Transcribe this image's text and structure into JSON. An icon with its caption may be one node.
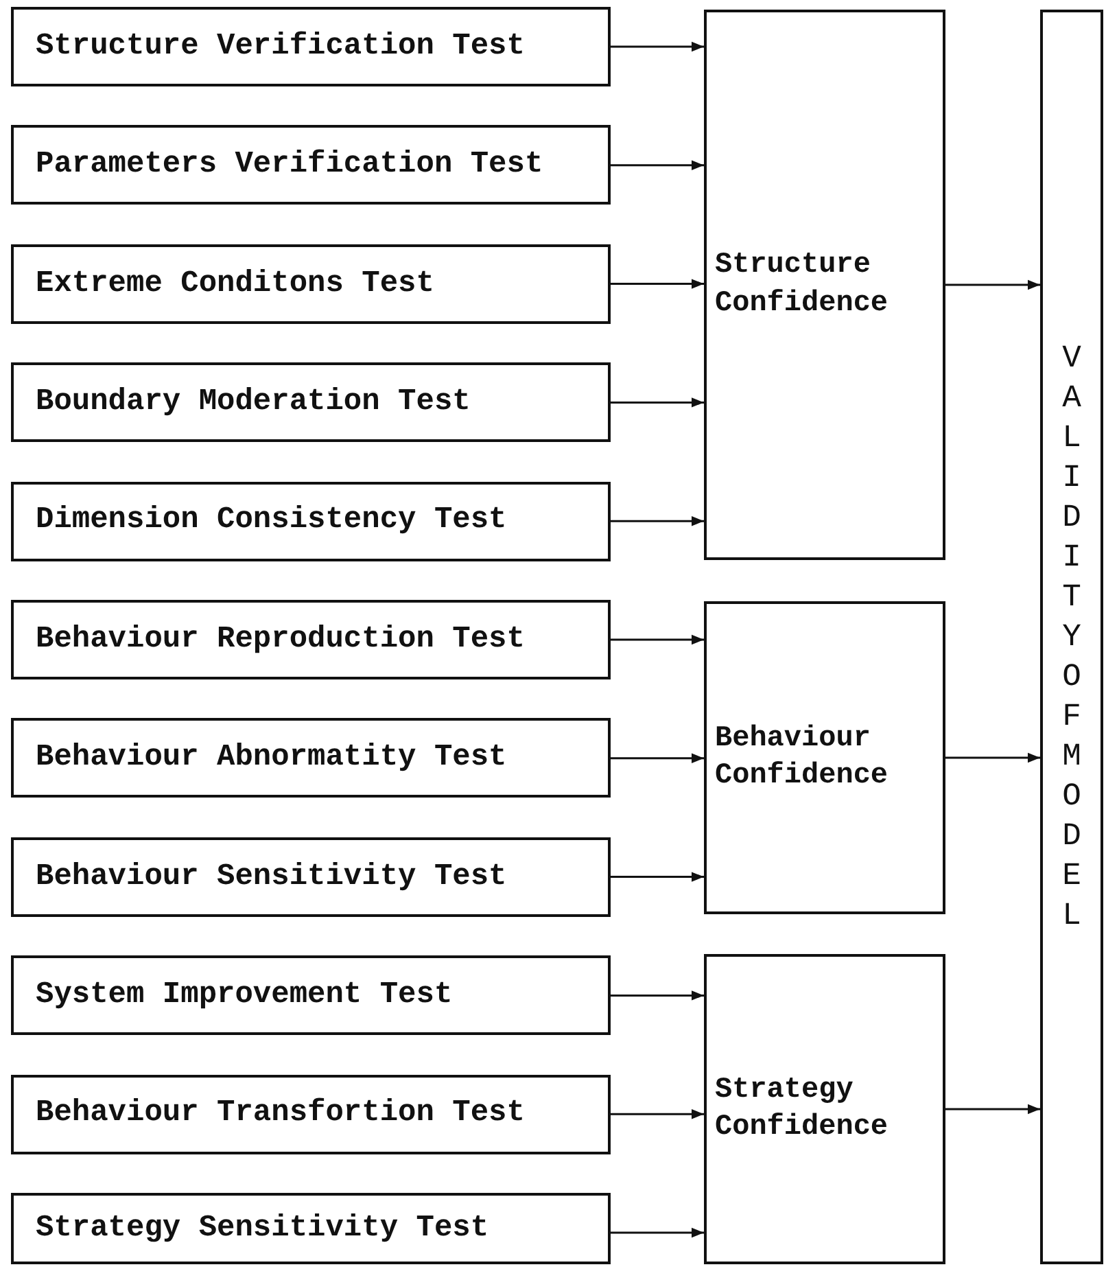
{
  "diagram": {
    "nodes": [
      {
        "text": [
          "Structure Verification Test"
        ]
      },
      {
        "text": [
          "Parameters Verification Test"
        ]
      },
      {
        "text": [
          "Extreme Conditons Test"
        ]
      },
      {
        "text": [
          "Boundary Moderation Test"
        ]
      },
      {
        "text": [
          "Dimension Consistency Test"
        ]
      },
      {
        "text": [
          "Behaviour Reproduction Test"
        ]
      },
      {
        "text": [
          "Behaviour Abnormatity Test"
        ]
      },
      {
        "text": [
          "Behaviour Sensitivity Test"
        ]
      },
      {
        "text": [
          "System Improvement Test"
        ]
      },
      {
        "text": [
          "Behaviour Transfortion Test"
        ]
      },
      {
        "text": [
          "Strategy Sensitivity Test"
        ]
      },
      {
        "text": [
          "Structure Confidence"
        ]
      },
      {
        "text": [
          "Behaviour Confidence"
        ]
      },
      {
        "text": [
          "Strategy Confidence"
        ]
      },
      {
        "text": [
          "VALIDITY OF MODEL"
        ]
      }
    ],
    "edges": [
      {
        "from": 0,
        "to": 11,
        "arrow": "to"
      },
      {
        "from": 1,
        "to": 11,
        "arrow": "to"
      },
      {
        "from": 2,
        "to": 11,
        "arrow": "to"
      },
      {
        "from": 3,
        "to": 11,
        "arrow": "to"
      },
      {
        "from": 4,
        "to": 11,
        "arrow": "to"
      },
      {
        "from": 5,
        "to": 12,
        "arrow": "to"
      },
      {
        "from": 6,
        "to": 12,
        "arrow": "to"
      },
      {
        "from": 7,
        "to": 12,
        "arrow": "to"
      },
      {
        "from": 8,
        "to": 13,
        "arrow": "to"
      },
      {
        "from": 9,
        "to": 13,
        "arrow": "to"
      },
      {
        "from": 10,
        "to": 13,
        "arrow": "to"
      },
      {
        "from": 11,
        "to": 14,
        "arrow": "to"
      },
      {
        "from": 12,
        "to": 14,
        "arrow": "to"
      },
      {
        "from": 13,
        "to": 14,
        "arrow": "to"
      }
    ]
  }
}
